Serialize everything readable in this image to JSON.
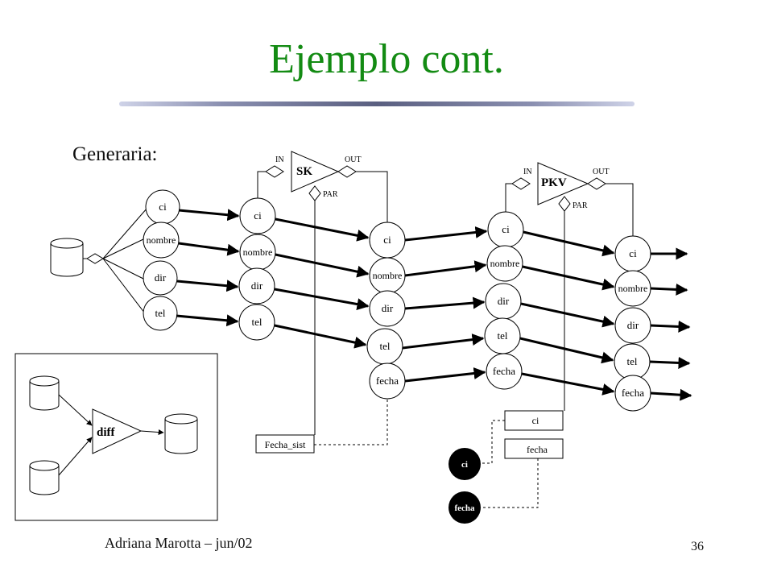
{
  "title": "Ejemplo cont.",
  "subtitle": "Generaria:",
  "footer": {
    "author": "Adriana Marotta – jun/02",
    "page": "36"
  },
  "colors": {
    "title": "#138b13",
    "rule": "#6b7090"
  },
  "nodes": {
    "source_fields": [
      "ci",
      "nombre",
      "dir",
      "tel"
    ],
    "sk_input_fields": [
      "ci",
      "nombre",
      "dir",
      "tel"
    ],
    "sk_output_fields": [
      "ci",
      "nombre",
      "dir",
      "tel",
      "fecha"
    ],
    "pkv_input_fields": [
      "ci",
      "nombre",
      "dir",
      "tel",
      "fecha"
    ],
    "pkv_output_fields": [
      "ci",
      "nombre",
      "dir",
      "tel",
      "fecha"
    ]
  },
  "operators": {
    "sk": {
      "label": "SK",
      "in": "IN",
      "out": "OUT",
      "par": "PAR"
    },
    "pkv": {
      "label": "PKV",
      "in": "IN",
      "out": "OUT",
      "par": "PAR"
    },
    "diff": {
      "label": "diff"
    }
  },
  "params": {
    "fecha_sist": "Fecha_sist",
    "pkv_ci": "ci",
    "pkv_fecha": "fecha"
  },
  "badges": {
    "ci": "ci",
    "fecha": "fecha"
  }
}
